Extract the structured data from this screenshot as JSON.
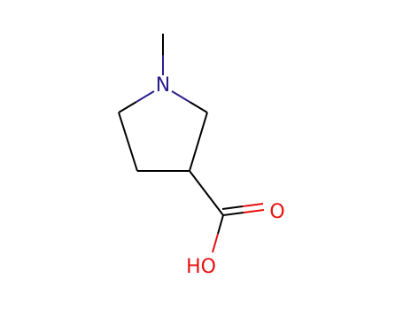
{
  "molecule": {
    "atoms": {
      "nitrogen": "N",
      "carbonyl_oxygen": "O",
      "hydroxyl": "HO"
    },
    "colors": {
      "bond": "#000000",
      "nitrogen": "#2a1e8c",
      "oxygen": "#e8100f"
    }
  }
}
